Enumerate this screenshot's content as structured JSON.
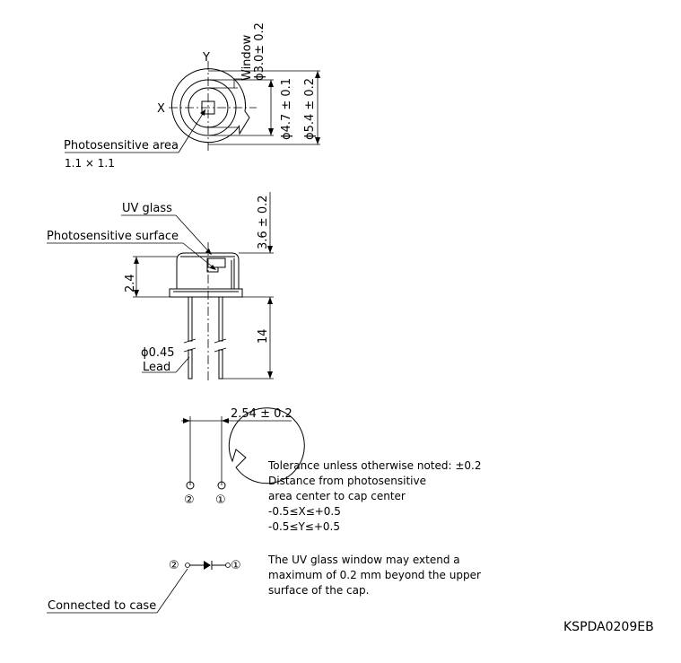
{
  "top_view": {
    "y_axis": "Y",
    "x_axis": "X",
    "window_label": "Window",
    "window_dim": "ϕ3.0± 0.2",
    "dim_inner": "ϕ4.7 ± 0.1",
    "dim_outer": "ϕ5.4 ± 0.2",
    "photosensitive_area_label": "Photosensitive area",
    "photosensitive_area_size": "1.1 × 1.1"
  },
  "side_view": {
    "uv_glass": "UV glass",
    "photosensitive_surface": "Photosensitive surface",
    "height_dim": "3.6 ± 0.2",
    "flange_dim": "2.4",
    "lead_length": "14",
    "lead_dia": "ϕ0.45",
    "lead_label": "Lead"
  },
  "bottom_view": {
    "pitch_dim": "2.54 ± 0.2",
    "pin2": "②",
    "pin1": "①"
  },
  "notes": {
    "line1": "Tolerance unless otherwise noted: ±0.2",
    "line2": "Distance from photosensitive",
    "line3": "area center to cap center",
    "line4": "-0.5≤X≤+0.5",
    "line5": "-0.5≤Y≤+0.5",
    "uv1": "The UV glass window may extend a",
    "uv2": "maximum of 0.2 mm beyond the upper",
    "uv3": "surface of the cap."
  },
  "schematic": {
    "pin2": "②",
    "pin1": "①",
    "case_label": "Connected to case"
  },
  "doc_code": "KSPDA0209EB"
}
